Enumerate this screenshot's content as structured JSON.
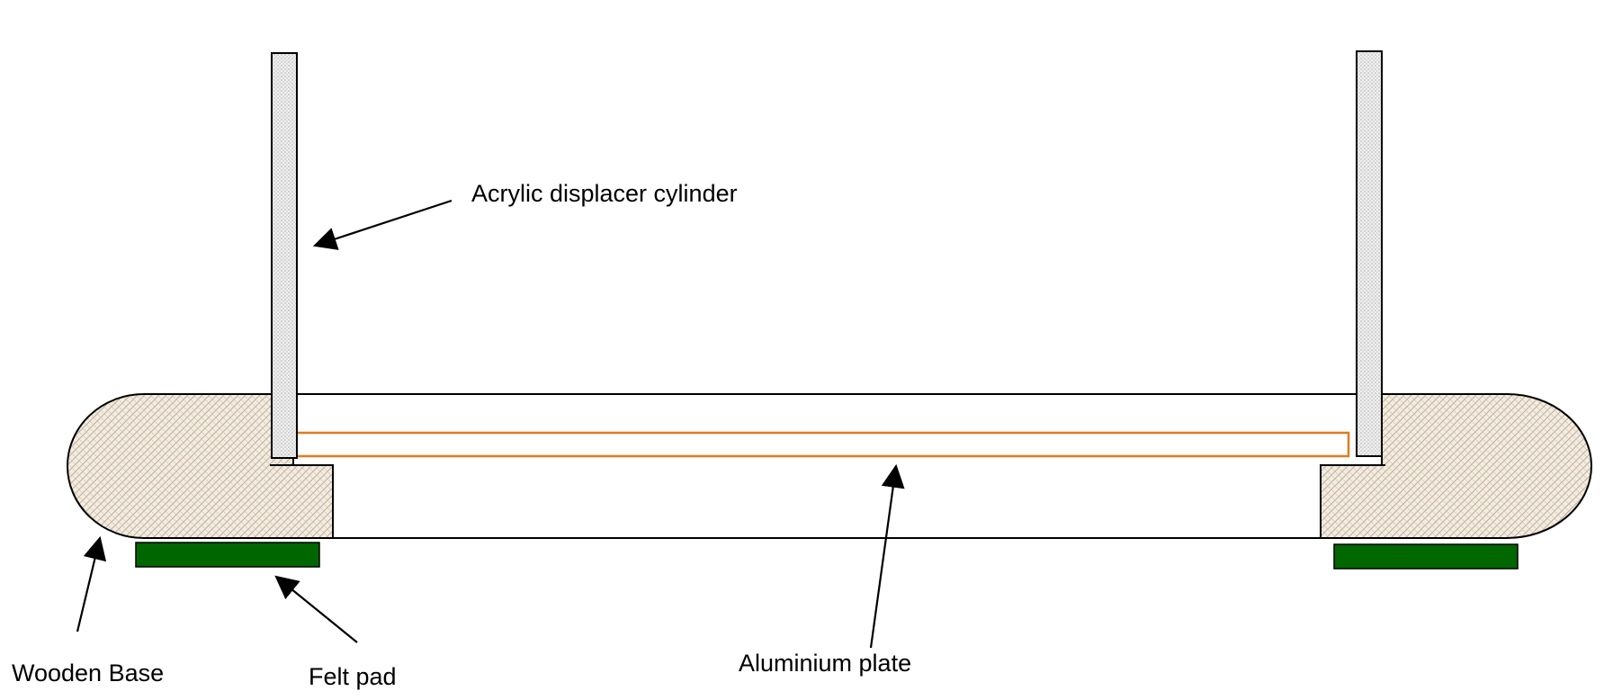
{
  "labels": {
    "acrylic_cylinder": "Acrylic displacer cylinder",
    "wooden_base": "Wooden Base",
    "felt_pad": "Felt pad",
    "aluminium_plate": "Aluminium plate"
  },
  "colors": {
    "wood_fill": "#f3ece0",
    "wood_texture": "#b9a895",
    "felt_pad": "#006600",
    "aluminium_plate": "#e07b1f",
    "acrylic_fill": "#efefef",
    "acrylic_texture": "#8c8c8c",
    "outline": "#000000"
  }
}
